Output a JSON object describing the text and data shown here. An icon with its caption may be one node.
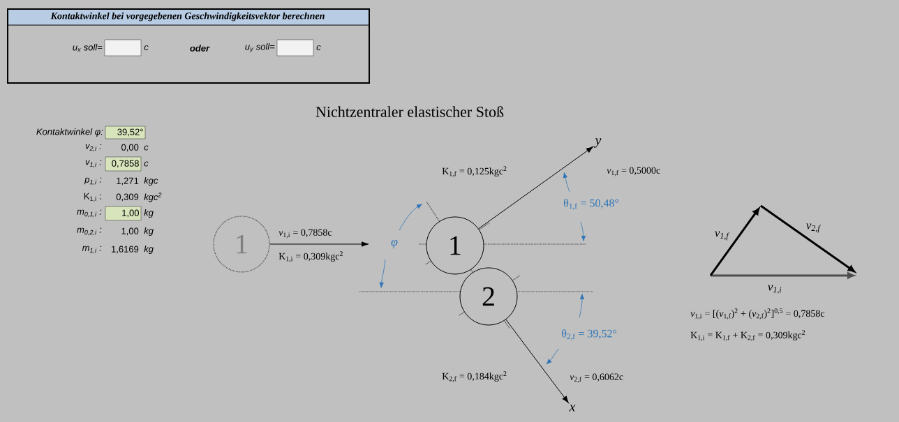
{
  "diagram": {
    "title": "Nichtzentraler elastischer Stoß",
    "nodes": [
      {
        "text": [
          "Kontaktwinkel bei vorgegebenen Geschwindigkeitsvektor berechnen"
        ]
      },
      {
        "text": [],
        "shape": "box",
        "in": 0,
        "beside": [
          "u$_{x}$ soll=",
          "c"
        ]
      },
      {
        "text": [],
        "shape": "box",
        "in": 0,
        "beside": [
          "u$_{y}$ soll=",
          "c"
        ]
      },
      {
        "text": [
          "1"
        ]
      },
      {
        "text": [
          "y"
        ]
      },
      {
        "text": [
          "1"
        ]
      },
      {
        "text": [
          "2"
        ]
      },
      {
        "text": [
          "x"
        ]
      }
    ],
    "edges": [
      {
        "from": 3,
        "to": null,
        "arrow": "to"
      },
      {
        "from": 5,
        "to": 4,
        "arrow": "to"
      },
      {
        "from": 6,
        "to": 7,
        "arrow": "to"
      }
    ],
    "labels": [
      "oder",
      "Kontaktwinkel φ:",
      "39,52°",
      "v$_{2,i}$ :",
      "0,00",
      "c",
      "v$_{1,i}$ :",
      "0,7858",
      "c",
      "p$_{1,i}$ :",
      "1,271",
      "kgc",
      "K$_{1,i}$ :",
      "0,309",
      "kgc$^{2}$",
      "m$_{0,1,i}$ :",
      "1,00",
      "kg",
      "m$_{0,2,i}$ :",
      "1,00",
      "kg",
      "m$_{1,i}$ :",
      "1,6169",
      "kg",
      "*v*$_{1,i}$ = 0,7858c",
      "K$_{1,i}$ = 0,309kgc$^{2}$",
      "φ",
      "K$_{1,f}$ = 0,125kgc$^{2}$",
      "*v*$_{1,f}$ = 0,5000c",
      "θ$_{1,f}$ = 50,48°",
      "θ$_{2,f}$ = 39,52°",
      "K$_{2,f}$ = 0,184kgc$^{2}$",
      "*v*$_{2,f}$ = 0,6062c",
      "v$_{1,f}$",
      "v$_{2,f}$",
      "v$_{1,i}$",
      "*v*$_{1,i}$ = [(*v*$_{1,f}$)$^{2}$ + (*v*$_{2,f}$)$^{2}$]$^{0,5}$ = 0,7858c",
      "K$_{1,i}$ = K$_{1,f}$ + K$_{2,f}$ = 0,309kgc$^{2}$"
    ]
  }
}
